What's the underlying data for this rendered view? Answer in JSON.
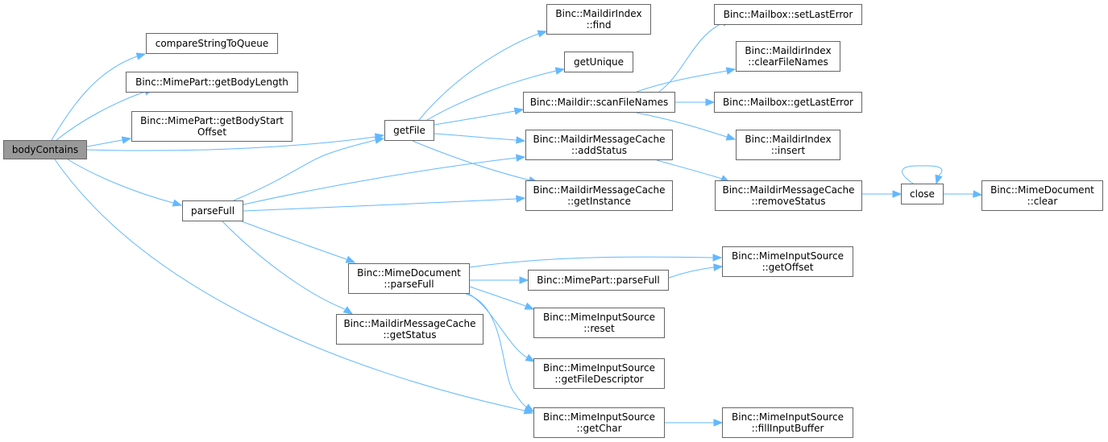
{
  "colors": {
    "edge": "#63b8ff",
    "node_border": "#666666",
    "root_fill": "#999999"
  },
  "nodes": {
    "bodyContains": {
      "lines": [
        "bodyContains"
      ]
    },
    "compareStringToQueue": {
      "lines": [
        "compareStringToQueue"
      ]
    },
    "getBodyLength": {
      "lines": [
        "Binc::MimePart::getBodyLength"
      ]
    },
    "getBodyStartOffset": {
      "lines": [
        "Binc::MimePart::getBodyStart",
        "Offset"
      ]
    },
    "getFile": {
      "lines": [
        "getFile"
      ]
    },
    "parseFull": {
      "lines": [
        "parseFull"
      ]
    },
    "find": {
      "lines": [
        "Binc::MaildirIndex",
        "::find"
      ]
    },
    "getUnique": {
      "lines": [
        "getUnique"
      ]
    },
    "scanFileNames": {
      "lines": [
        "Binc::Maildir::scanFileNames"
      ]
    },
    "addStatus": {
      "lines": [
        "Binc::MaildirMessageCache",
        "::addStatus"
      ]
    },
    "getInstance": {
      "lines": [
        "Binc::MaildirMessageCache",
        "::getInstance"
      ]
    },
    "mimeDocParseFull": {
      "lines": [
        "Binc::MimeDocument",
        "::parseFull"
      ]
    },
    "getStatus": {
      "lines": [
        "Binc::MaildirMessageCache",
        "::getStatus"
      ]
    },
    "mimePartParseFull": {
      "lines": [
        "Binc::MimePart::parseFull"
      ]
    },
    "reset": {
      "lines": [
        "Binc::MimeInputSource",
        "::reset"
      ]
    },
    "getFileDescriptor": {
      "lines": [
        "Binc::MimeInputSource",
        "::getFileDescriptor"
      ]
    },
    "getChar": {
      "lines": [
        "Binc::MimeInputSource",
        "::getChar"
      ]
    },
    "setLastError": {
      "lines": [
        "Binc::Mailbox::setLastError"
      ]
    },
    "clearFileNames": {
      "lines": [
        "Binc::MaildirIndex",
        "::clearFileNames"
      ]
    },
    "getLastError": {
      "lines": [
        "Binc::Mailbox::getLastError"
      ]
    },
    "insert": {
      "lines": [
        "Binc::MaildirIndex",
        "::insert"
      ]
    },
    "removeStatus": {
      "lines": [
        "Binc::MaildirMessageCache",
        "::removeStatus"
      ]
    },
    "getOffset": {
      "lines": [
        "Binc::MimeInputSource",
        "::getOffset"
      ]
    },
    "fillInputBuffer": {
      "lines": [
        "Binc::MimeInputSource",
        "::fillInputBuffer"
      ]
    },
    "close": {
      "lines": [
        "close"
      ]
    },
    "mimeDocClear": {
      "lines": [
        "Binc::MimeDocument",
        "::clear"
      ]
    }
  }
}
